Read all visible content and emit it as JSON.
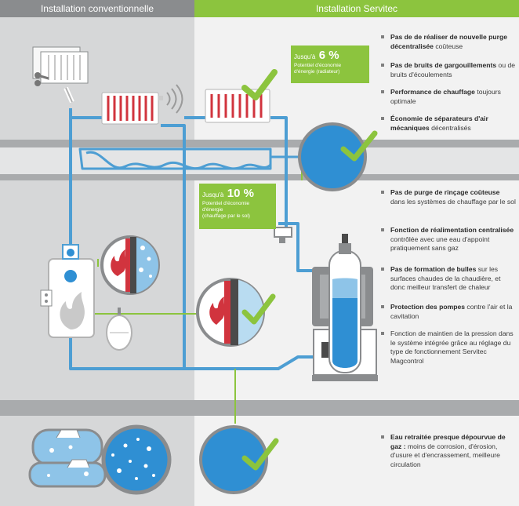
{
  "headers": {
    "left": "Installation conventionnelle",
    "right": "Installation Servitec"
  },
  "savings": [
    {
      "prefix": "Jusqu'à",
      "value": "6 %",
      "line1": "Potentiel d'économie",
      "line2": "d'énergie (radiateur)",
      "line3": ""
    },
    {
      "prefix": "Jusqu'à",
      "value": "10 %",
      "line1": "Potentiel d'économie",
      "line2": "d'énergie",
      "line3": "(chauffage par le sol)"
    }
  ],
  "benefits": [
    {
      "bold": "Pas de de réaliser de nouvelle purge décentralisée",
      "rest": " coûteuse"
    },
    {
      "bold": "Pas de bruits de gargouillements",
      "rest": " ou de bruits d'écoulements"
    },
    {
      "bold": "Performance de chauffage",
      "rest": " toujours optimale"
    },
    {
      "bold": "Économie de séparateurs d'air mécaniques",
      "rest": " décentralisés"
    },
    {
      "bold": "Pas de purge de rinçage coûteuse",
      "rest": " dans les systèmes de chauffage par le sol"
    },
    {
      "bold": "Fonction de réalimentation centralisée",
      "rest": " contrôlée avec une eau d'appoint pratiquement sans gaz"
    },
    {
      "bold": "Pas de formation de bulles",
      "rest": " sur les surfaces chaudes de la chaudière, et donc meilleur transfert de chaleur"
    },
    {
      "bold": "Protection des pompes",
      "rest": " contre l'air et la cavitation"
    },
    {
      "bold": "",
      "rest": "Fonction de maintien de la pression dans le système intégrée grâce au réglage du type de fonctionnement Servitec Magcontrol"
    },
    {
      "bold": "Eau retraitée presque dépourvue de gaz :",
      "rest": " moins de corrosion, d'érosion, d'usure et d'encrassement, meilleure circulation"
    }
  ],
  "colors": {
    "green": "#8cc43e",
    "gray_header": "#8a8c8e",
    "left_bg": "#d6d7d8",
    "band": "#a9abad",
    "pipe": "#4d9ed3",
    "water": "#2f8fd3",
    "red": "#d1343e"
  },
  "icons": [
    "checkmark-icon",
    "flame-icon",
    "sound-waves-icon",
    "radiator-icon",
    "boiler-icon",
    "expansion-vessel-icon",
    "servitec-unit-icon"
  ]
}
